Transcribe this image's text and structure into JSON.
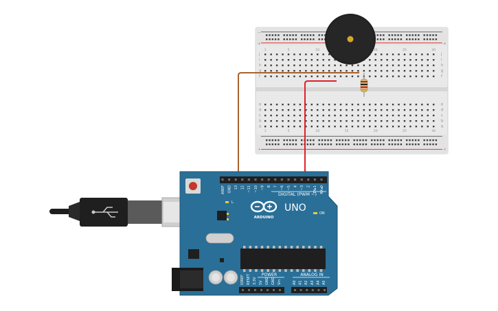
{
  "breadboard": {
    "plus": "+",
    "minus": "−",
    "rows_top": [
      "j",
      "i",
      "h",
      "g",
      "f"
    ],
    "rows_bottom": [
      "e",
      "d",
      "c",
      "b",
      "a"
    ],
    "column_numbers": [
      "1",
      "",
      "",
      "",
      "5",
      "",
      "",
      "",
      "",
      "10",
      "",
      "",
      "",
      "",
      "15",
      "",
      "",
      "",
      "",
      "20",
      "",
      "",
      "",
      "",
      "25",
      "",
      "",
      "",
      "",
      "30"
    ]
  },
  "arduino": {
    "brand_text": "ARDUINO",
    "model_text": "UNO",
    "digital_header": "DIGITAL (PWM ~)",
    "power_label": "POWER",
    "analog_label": "ANALOG IN",
    "on_label": "ON",
    "led_l": "L",
    "led_tx": "TX",
    "led_rx": "RX",
    "digital_pins": [
      "AREF",
      "GND",
      "13",
      "12",
      "~11",
      "~10",
      "~9",
      "8",
      "7",
      "~6",
      "~5",
      "4",
      "~3",
      "2",
      "TX▸1",
      "RX◂0"
    ],
    "power_pins": [
      "IOREF",
      "RESET",
      "3.3V",
      "5V",
      "GND",
      "GND",
      "Vin"
    ],
    "analog_pins": [
      "A0",
      "A1",
      "A2",
      "A3",
      "A4",
      "A5"
    ]
  },
  "colors": {
    "board": "#2a6f97",
    "wire_brown": "#a8622b",
    "wire_red": "#e01f26",
    "rail_red": "#e63b3b",
    "buzzer": "#222222"
  }
}
